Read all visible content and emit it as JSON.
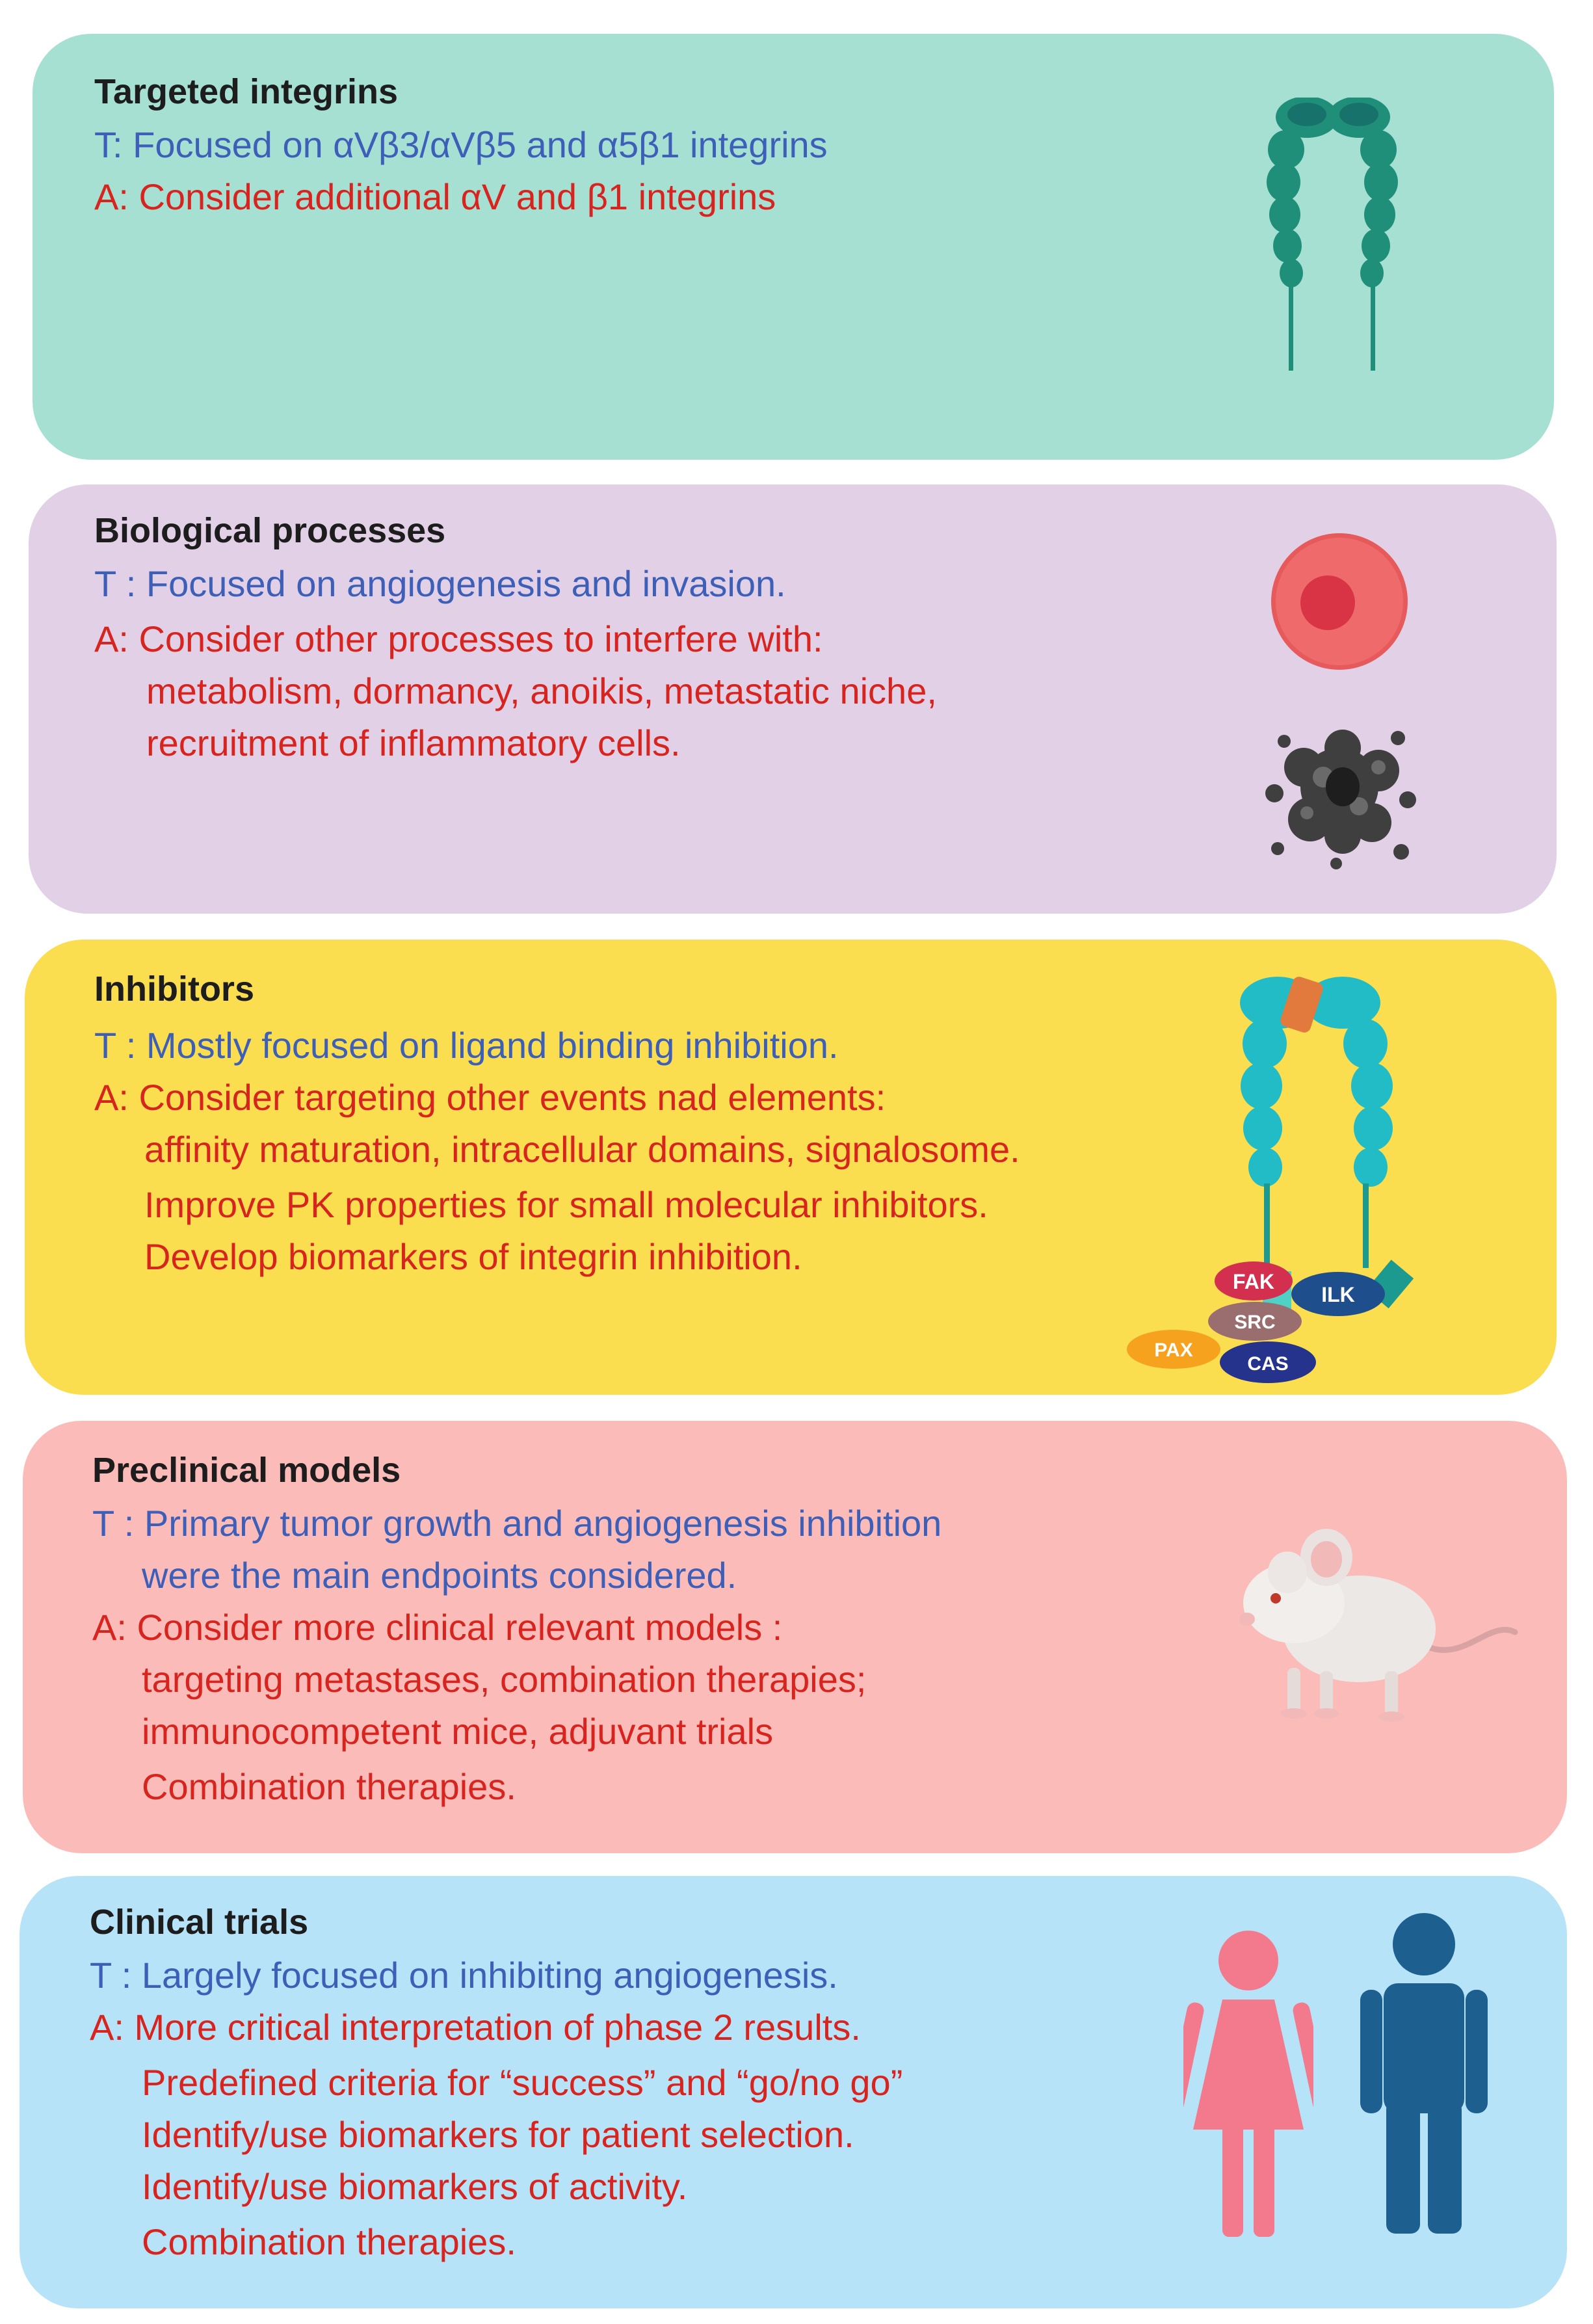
{
  "panels": [
    {
      "title": "Targeted integrins",
      "t_lines": [
        "T:  Focused on αVβ3/αVβ5 and α5β1 integrins"
      ],
      "a_lines": [
        "A:  Consider additional αV and β1 integrins"
      ],
      "icon": "integrin-icon",
      "color": "#a6e0d3"
    },
    {
      "title": "Biological processes",
      "t_lines": [
        "T : Focused on angiogenesis and invasion."
      ],
      "a_lines": [
        "A: Consider other  processes to interfere with:",
        "metabolism, dormancy,  anoikis, metastatic niche,",
        "recruitment of inflammatory cells."
      ],
      "icon": "cell-icon",
      "color": "#e2d0e6"
    },
    {
      "title": "Inhibitors",
      "t_lines": [
        "T : Mostly focused on ligand binding inhibition."
      ],
      "a_lines": [
        "A: Consider targeting other events nad elements:",
        "affinity maturation, intracellular domains, signalosome.",
        "Improve PK properties for small molecular inhibitors.",
        "Develop biomarkers of integrin inhibition."
      ],
      "icon": "signalosome-icon",
      "signalosome_labels": [
        "FAK",
        "ILK",
        "SRC",
        "PAX",
        "CAS"
      ],
      "color": "#fbde4f"
    },
    {
      "title": "Preclinical models",
      "t_lines": [
        "T : Primary tumor growth and angiogenesis inhibition",
        "were the main endpoints considered."
      ],
      "a_lines": [
        "A: Consider more clinical relevant models :",
        "targeting metastases, combination therapies;",
        "immunocompetent mice, adjuvant trials",
        "Combination therapies."
      ],
      "icon": "mouse-icon",
      "color": "#fbbcb9"
    },
    {
      "title": "Clinical trials",
      "t_lines": [
        "T : Largely focused on inhibiting angiogenesis."
      ],
      "a_lines": [
        "A: More critical interpretation of phase 2 results.",
        "Predefined criteria for “success” and “go/no go”",
        "Identify/use biomarkers for patient selection.",
        "Identify/use biomarkers of activity.",
        "Combination therapies."
      ],
      "icon": "people-icon",
      "color": "#b7e3f8"
    }
  ]
}
